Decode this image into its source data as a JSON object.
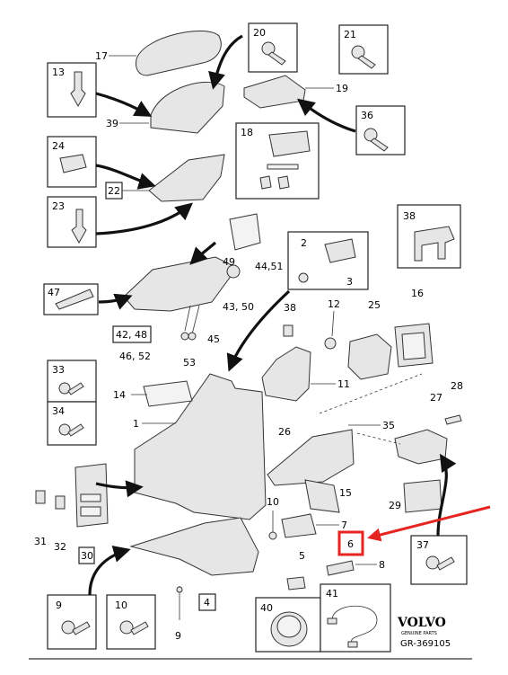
{
  "callouts": {
    "c1": "1",
    "c2": "2",
    "c3": "3",
    "c4": "4",
    "c5": "5",
    "c6": "6",
    "c7": "7",
    "c8": "8",
    "c9": "9",
    "c9b": "9",
    "c10": "10",
    "c10b": "10",
    "c11": "11",
    "c12": "12",
    "c13": "13",
    "c14": "14",
    "c15": "15",
    "c16": "16",
    "c17": "17",
    "c18": "18",
    "c19": "19",
    "c20": "20",
    "c21": "21",
    "c22": "22",
    "c23": "23",
    "c24": "24",
    "c25": "25",
    "c26": "26",
    "c27": "27",
    "c28": "28",
    "c29": "29",
    "c30": "30",
    "c31": "31",
    "c32": "32",
    "c33": "33",
    "c34": "34",
    "c35": "35",
    "c36": "36",
    "c37": "37",
    "c38": "38",
    "c39": "39",
    "c40": "40",
    "c41": "41",
    "c42_48": "42, 48",
    "c43_50": "43, 50",
    "c44_51": "44,51",
    "c45": "45",
    "c46_52": "46, 52",
    "c47": "47",
    "c49": "49",
    "c53": "53"
  },
  "brand": {
    "name": "VOLVO",
    "tagline": "GENUINE PARTS",
    "ref": "GR-369105"
  },
  "highlight": {
    "target": "6",
    "color": "#e52521"
  }
}
